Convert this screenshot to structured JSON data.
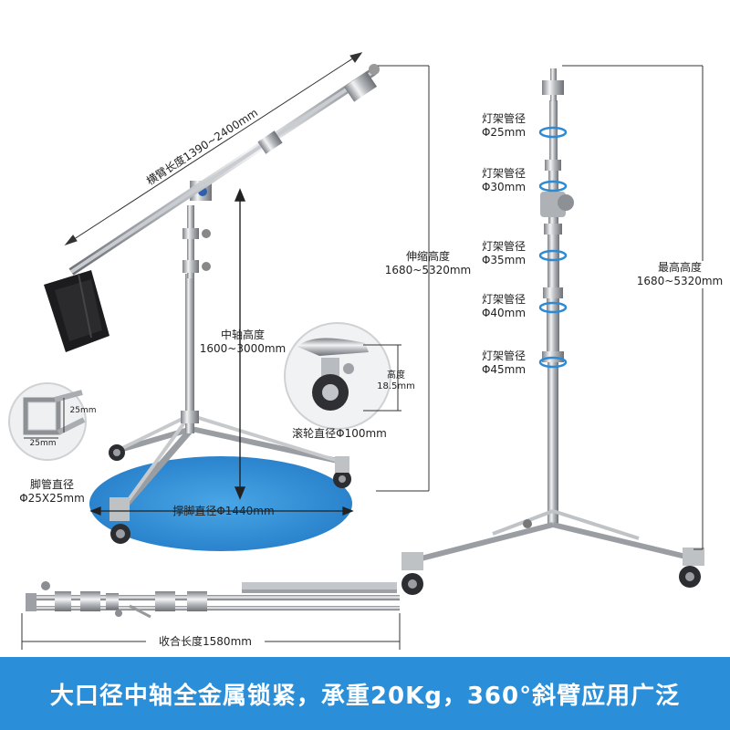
{
  "labels": {
    "boom_length": "横臂长度1390~2400mm",
    "telescopic_height_title": "伸缩高度",
    "telescopic_height_value": "1680~5320mm",
    "center_height_title": "中轴高度",
    "center_height_value": "1600~3000mm",
    "wheel_height_title": "高度",
    "wheel_height_value": "18.5mm",
    "wheel_diameter": "滚轮直径Φ100mm",
    "leg_dim_a": "25mm",
    "leg_dim_b": "25mm",
    "leg_tube_title": "脚管直径",
    "leg_tube_value": "Φ25X25mm",
    "base_diameter": "撑脚直径Φ1440mm",
    "folded_length": "收合长度1580mm",
    "max_height_title": "最高高度",
    "max_height_value": "1680~5320mm"
  },
  "tube_labels": [
    {
      "title": "灯架管径",
      "value": "Φ25mm"
    },
    {
      "title": "灯架管径",
      "value": "Φ30mm"
    },
    {
      "title": "灯架管径",
      "value": "Φ35mm"
    },
    {
      "title": "灯架管径",
      "value": "Φ40mm"
    },
    {
      "title": "灯架管径",
      "value": "Φ45mm"
    }
  ],
  "banner": {
    "text": "大口径中轴全金属锁紧，承重20Kg，360°斜臂应用广泛"
  },
  "colors": {
    "banner_bg": "#2a8fd8",
    "base_ellipse": "#2f8fd6",
    "metal": "#b9bcc0",
    "dimension_line": "#333333"
  }
}
